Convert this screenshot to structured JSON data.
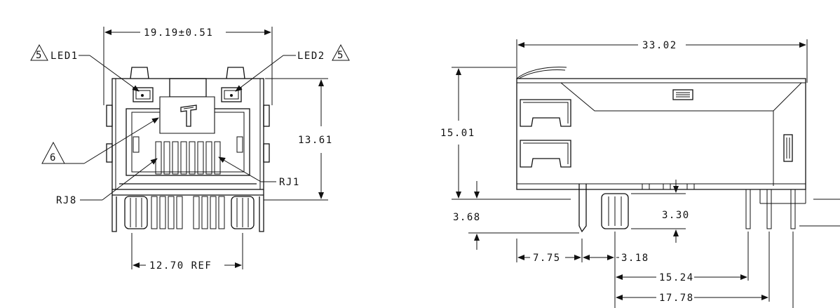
{
  "front_view": {
    "width_dim": "19.19±0.51",
    "height_dim": "13.61",
    "pin_span_dim": "12.70 REF",
    "led_left": "LED1",
    "led_right": "LED2",
    "note_led": "5",
    "note_tab": "6",
    "pin_rj8": "RJ8",
    "pin_rj1": "RJ1"
  },
  "side_view": {
    "length_dim": "33.02",
    "height_dim": "15.01",
    "standoff_dim": "3.68",
    "pin_length_dim": "3.30",
    "dim_a": "7.75",
    "dim_b": "3.18",
    "dim_c": "15.24",
    "dim_d": "17.78"
  }
}
